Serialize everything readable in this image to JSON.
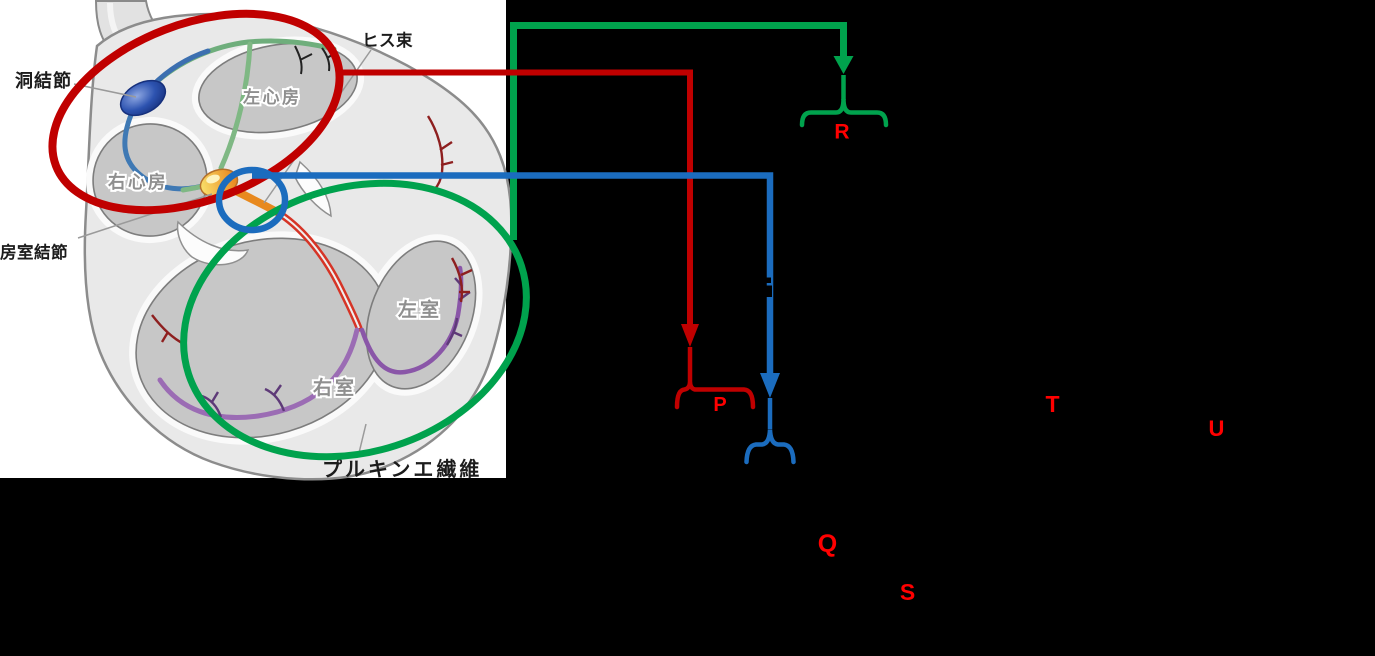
{
  "colors": {
    "background": "#000000",
    "red": "#C00000",
    "green": "#00A24D",
    "blue": "#1B6CBE",
    "letter": "#FF0000",
    "sa_node_blue": "#1B3F9E",
    "av_node_orange": "#E8891E",
    "bundle_red": "#D63426",
    "purkinje_purple": "#9B6CB4"
  },
  "heart_labels": {
    "sa_node": "洞結節",
    "his_bundle": "ヒス束",
    "left_atrium": "左心房",
    "right_atrium": "右心房",
    "av_node": "房室結節",
    "left_ventricle": "左室",
    "right_ventricle": "右室",
    "purkinje_fibers": "プルキンエ繊維"
  },
  "ecg_letters": {
    "p": "P",
    "q": "Q",
    "r": "R",
    "s": "S",
    "t": "T",
    "u": "U"
  }
}
